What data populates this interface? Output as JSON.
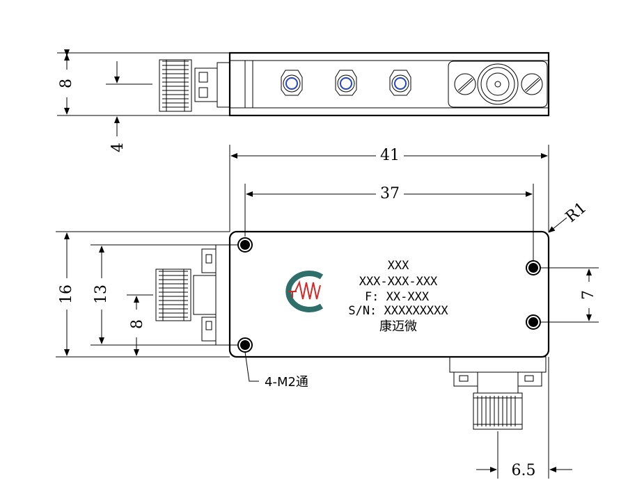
{
  "dimensions": {
    "top_height": "8",
    "top_connector_offset": "4",
    "overall_length": "41",
    "hole_spacing_x": "37",
    "corner_radius": "R1",
    "overall_width": "16",
    "hole_spacing_y_left": "13",
    "left_connector_offset": "8",
    "hole_spacing_y_right": "7",
    "bottom_connector_offset": "6.5",
    "mount_holes": "4-M2通"
  },
  "label": {
    "line1": "XXX",
    "line2": "XXX-XXX-XXX",
    "line3": "F: XX-XXX",
    "line4": "S/N: XXXXXXXXX",
    "line5": "康迈微"
  },
  "colors": {
    "line": "#000000",
    "logo_teal": "#2e6f6a",
    "logo_red": "#d12a2a",
    "screw_blue": "#2244cc"
  }
}
